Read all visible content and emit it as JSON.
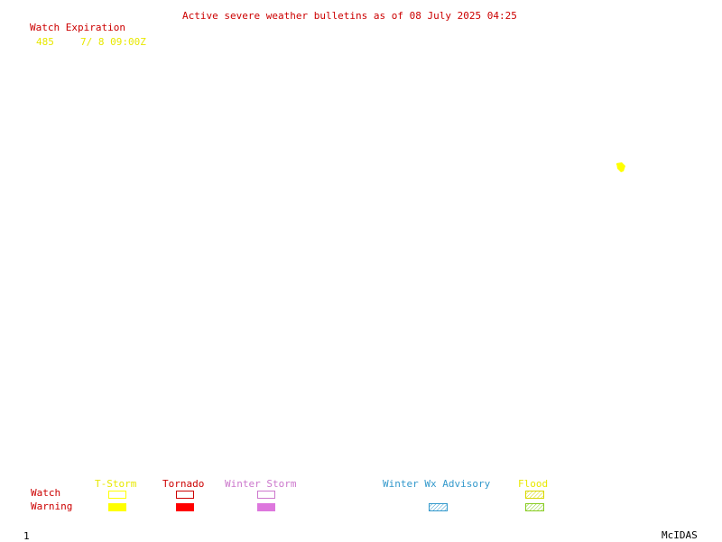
{
  "header": {
    "title": "Active severe weather bulletins as of 08 July 2025 04:25",
    "watch_expiration_label": "Watch Expiration",
    "watches": [
      {
        "number": "485",
        "expiration": "7/ 8 09:00Z"
      }
    ]
  },
  "colors": {
    "title": "#cc0000",
    "watch_text": "#e8e800",
    "tstorm": "#ffff00",
    "tornado": "#ff0000",
    "winter_storm": "#dd77dd",
    "winter_wx_advisory": "#3399cc",
    "flood": "#88cc22"
  },
  "map": {
    "highlighted_areas": [
      {
        "type": "T-Storm warning",
        "color": "#ffff00"
      }
    ]
  },
  "legend": {
    "watch_label": "Watch",
    "warning_label": "Warning",
    "categories": [
      {
        "label": "T-Storm",
        "color": "#e8e800",
        "watch_style": "outline",
        "warning_style": "filled",
        "swatch_color": "#ffff00"
      },
      {
        "label": "Tornado",
        "color": "#cc0000",
        "watch_style": "outline",
        "warning_style": "filled",
        "swatch_color": "#ff0000"
      },
      {
        "label": "Winter Storm",
        "color": "#cc77cc",
        "watch_style": "outline",
        "warning_style": "filled",
        "swatch_color": "#dd77dd"
      },
      {
        "label": "Winter Wx Advisory",
        "color": "#3399cc",
        "watch_style": "none",
        "warning_style": "hatched",
        "swatch_color": "#3399cc"
      },
      {
        "label": "Flood",
        "color": "#e8e800",
        "watch_style": "hatched",
        "warning_style": "hatched",
        "swatch_color": "#88cc22"
      }
    ]
  },
  "footer": {
    "frame_number": "1",
    "source": "McIDAS"
  }
}
